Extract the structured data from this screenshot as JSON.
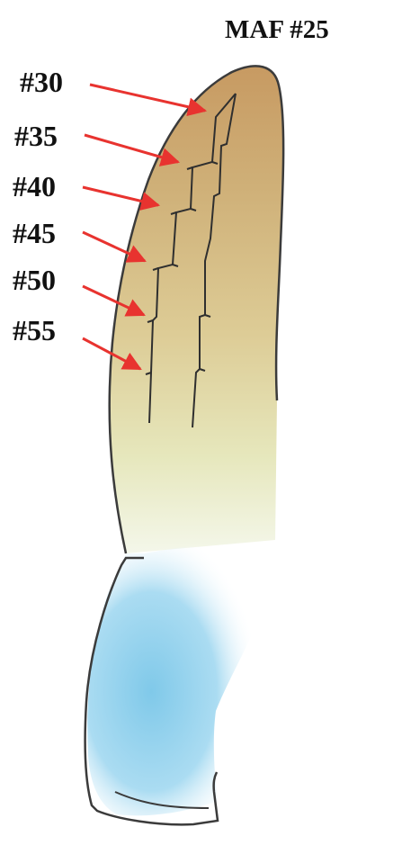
{
  "title": "MAF #25",
  "labels": [
    "#30",
    "#35",
    "#40",
    "#45",
    "#50",
    "#55"
  ],
  "colors": {
    "arrow": "#e8332f",
    "outline": "#3b3b3b",
    "crown_blue": "#7cc9ea",
    "root_tip": "#c69a63",
    "root_mid": "#d9c58e",
    "root_base": "#e4e4b6"
  }
}
